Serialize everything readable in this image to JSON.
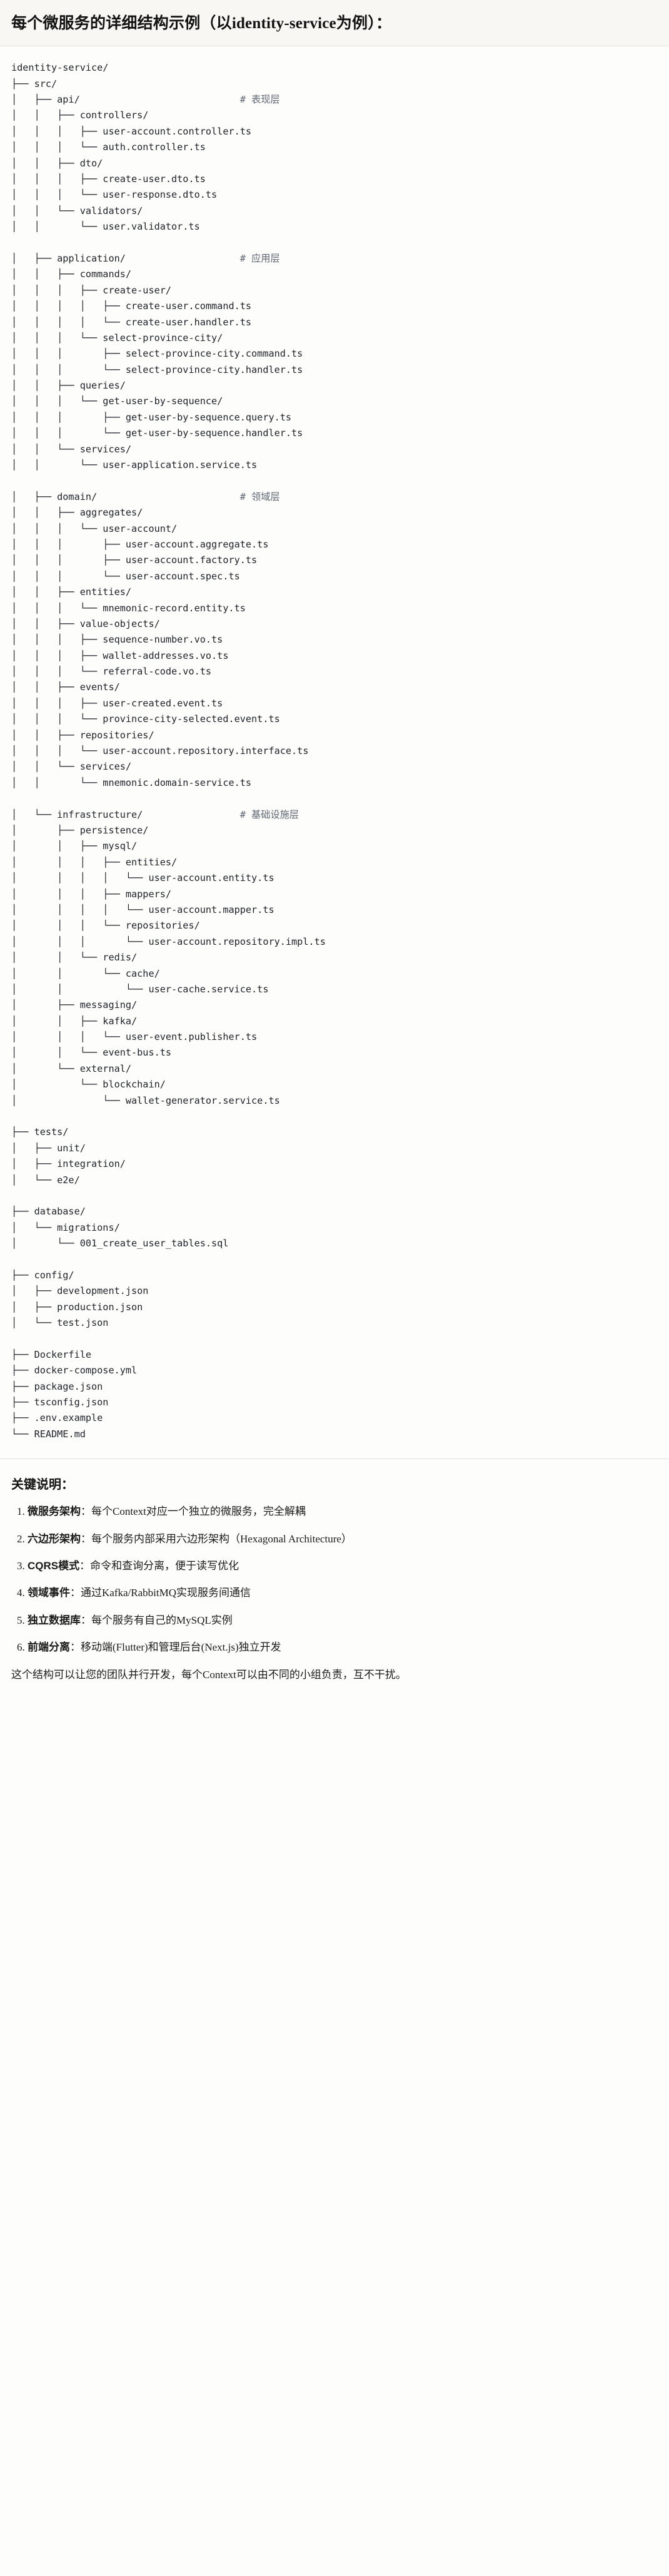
{
  "header": {
    "title_prefix": "每个微服务的详细结构示例（以",
    "title_latin": "identity-service",
    "title_suffix": "为例）："
  },
  "tree": {
    "root": "identity-service/",
    "lines": [
      {
        "text": "identity-service/",
        "comment": ""
      },
      {
        "text": "├── src/",
        "comment": ""
      },
      {
        "text": "│   ├── api/",
        "comment": "# 表现层",
        "comment_col": 40
      },
      {
        "text": "│   │   ├── controllers/",
        "comment": ""
      },
      {
        "text": "│   │   │   ├── user-account.controller.ts",
        "comment": ""
      },
      {
        "text": "│   │   │   └── auth.controller.ts",
        "comment": ""
      },
      {
        "text": "│   │   ├── dto/",
        "comment": ""
      },
      {
        "text": "│   │   │   ├── create-user.dto.ts",
        "comment": ""
      },
      {
        "text": "│   │   │   └── user-response.dto.ts",
        "comment": ""
      },
      {
        "text": "│   │   └── validators/",
        "comment": ""
      },
      {
        "text": "│   │       └── user.validator.ts",
        "comment": ""
      },
      {
        "text": "│   │",
        "comment": ""
      },
      {
        "text": "│   ├── application/",
        "comment": "# 应用层",
        "comment_col": 40
      },
      {
        "text": "│   │   ├── commands/",
        "comment": ""
      },
      {
        "text": "│   │   │   ├── create-user/",
        "comment": ""
      },
      {
        "text": "│   │   │   │   ├── create-user.command.ts",
        "comment": ""
      },
      {
        "text": "│   │   │   │   └── create-user.handler.ts",
        "comment": ""
      },
      {
        "text": "│   │   │   └── select-province-city/",
        "comment": ""
      },
      {
        "text": "│   │   │       ├── select-province-city.command.ts",
        "comment": ""
      },
      {
        "text": "│   │   │       └── select-province-city.handler.ts",
        "comment": ""
      },
      {
        "text": "│   │   ├── queries/",
        "comment": ""
      },
      {
        "text": "│   │   │   └── get-user-by-sequence/",
        "comment": ""
      },
      {
        "text": "│   │   │       ├── get-user-by-sequence.query.ts",
        "comment": ""
      },
      {
        "text": "│   │   │       └── get-user-by-sequence.handler.ts",
        "comment": ""
      },
      {
        "text": "│   │   └── services/",
        "comment": ""
      },
      {
        "text": "│   │       └── user-application.service.ts",
        "comment": ""
      },
      {
        "text": "│   │",
        "comment": ""
      },
      {
        "text": "│   ├── domain/",
        "comment": "# 领域层",
        "comment_col": 40
      },
      {
        "text": "│   │   ├── aggregates/",
        "comment": ""
      },
      {
        "text": "│   │   │   └── user-account/",
        "comment": ""
      },
      {
        "text": "│   │   │       ├── user-account.aggregate.ts",
        "comment": ""
      },
      {
        "text": "│   │   │       ├── user-account.factory.ts",
        "comment": ""
      },
      {
        "text": "│   │   │       └── user-account.spec.ts",
        "comment": ""
      },
      {
        "text": "│   │   ├── entities/",
        "comment": ""
      },
      {
        "text": "│   │   │   └── mnemonic-record.entity.ts",
        "comment": ""
      },
      {
        "text": "│   │   ├── value-objects/",
        "comment": ""
      },
      {
        "text": "│   │   │   ├── sequence-number.vo.ts",
        "comment": ""
      },
      {
        "text": "│   │   │   ├── wallet-addresses.vo.ts",
        "comment": ""
      },
      {
        "text": "│   │   │   └── referral-code.vo.ts",
        "comment": ""
      },
      {
        "text": "│   │   ├── events/",
        "comment": ""
      },
      {
        "text": "│   │   │   ├── user-created.event.ts",
        "comment": ""
      },
      {
        "text": "│   │   │   └── province-city-selected.event.ts",
        "comment": ""
      },
      {
        "text": "│   │   ├── repositories/",
        "comment": ""
      },
      {
        "text": "│   │   │   └── user-account.repository.interface.ts",
        "comment": ""
      },
      {
        "text": "│   │   └── services/",
        "comment": ""
      },
      {
        "text": "│   │       └── mnemonic.domain-service.ts",
        "comment": ""
      },
      {
        "text": "│   │",
        "comment": ""
      },
      {
        "text": "│   └── infrastructure/",
        "comment": "# 基础设施层",
        "comment_col": 40
      },
      {
        "text": "│       ├── persistence/",
        "comment": ""
      },
      {
        "text": "│       │   ├── mysql/",
        "comment": ""
      },
      {
        "text": "│       │   │   ├── entities/",
        "comment": ""
      },
      {
        "text": "│       │   │   │   └── user-account.entity.ts",
        "comment": ""
      },
      {
        "text": "│       │   │   ├── mappers/",
        "comment": ""
      },
      {
        "text": "│       │   │   │   └── user-account.mapper.ts",
        "comment": ""
      },
      {
        "text": "│       │   │   └── repositories/",
        "comment": ""
      },
      {
        "text": "│       │   │       └── user-account.repository.impl.ts",
        "comment": ""
      },
      {
        "text": "│       │   └── redis/",
        "comment": ""
      },
      {
        "text": "│       │       └── cache/",
        "comment": ""
      },
      {
        "text": "│       │           └── user-cache.service.ts",
        "comment": ""
      },
      {
        "text": "│       ├── messaging/",
        "comment": ""
      },
      {
        "text": "│       │   ├── kafka/",
        "comment": ""
      },
      {
        "text": "│       │   │   └── user-event.publisher.ts",
        "comment": ""
      },
      {
        "text": "│       │   └── event-bus.ts",
        "comment": ""
      },
      {
        "text": "│       └── external/",
        "comment": ""
      },
      {
        "text": "│           └── blockchain/",
        "comment": ""
      },
      {
        "text": "│               └── wallet-generator.service.ts",
        "comment": ""
      },
      {
        "text": "│",
        "comment": ""
      },
      {
        "text": "├── tests/",
        "comment": ""
      },
      {
        "text": "│   ├── unit/",
        "comment": ""
      },
      {
        "text": "│   ├── integration/",
        "comment": ""
      },
      {
        "text": "│   └── e2e/",
        "comment": ""
      },
      {
        "text": "│",
        "comment": ""
      },
      {
        "text": "├── database/",
        "comment": ""
      },
      {
        "text": "│   └── migrations/",
        "comment": ""
      },
      {
        "text": "│       └── 001_create_user_tables.sql",
        "comment": ""
      },
      {
        "text": "│",
        "comment": ""
      },
      {
        "text": "├── config/",
        "comment": ""
      },
      {
        "text": "│   ├── development.json",
        "comment": ""
      },
      {
        "text": "│   ├── production.json",
        "comment": ""
      },
      {
        "text": "│   └── test.json",
        "comment": ""
      },
      {
        "text": "│",
        "comment": ""
      },
      {
        "text": "├── Dockerfile",
        "comment": ""
      },
      {
        "text": "├── docker-compose.yml",
        "comment": ""
      },
      {
        "text": "├── package.json",
        "comment": ""
      },
      {
        "text": "├── tsconfig.json",
        "comment": ""
      },
      {
        "text": "├── .env.example",
        "comment": ""
      },
      {
        "text": "└── README.md",
        "comment": ""
      }
    ]
  },
  "notes": {
    "title": "关键说明：",
    "items": [
      {
        "term": "微服务架构",
        "sep": "：",
        "desc": "每个Context对应一个独立的微服务，完全解耦"
      },
      {
        "term": "六边形架构",
        "sep": "：",
        "desc": "每个服务内部采用六边形架构（Hexagonal Architecture）"
      },
      {
        "term": "CQRS模式",
        "sep": "：",
        "desc": "命令和查询分离，便于读写优化"
      },
      {
        "term": "领域事件",
        "sep": "：",
        "desc": "通过Kafka/RabbitMQ实现服务间通信"
      },
      {
        "term": "独立数据库",
        "sep": "：",
        "desc": "每个服务有自己的MySQL实例"
      },
      {
        "term": "前端分离",
        "sep": "：",
        "desc": "移动端(Flutter)和管理后台(Next.js)独立开发"
      }
    ],
    "closing": "这个结构可以让您的团队并行开发，每个Context可以由不同的小组负责，互不干扰。"
  },
  "colors": {
    "page_bg": "#fdfdfc",
    "title_bg": "#f8f7f4",
    "text": "#1b1b1b",
    "code_text": "#20232a",
    "comment_text": "#5f6672",
    "divider": "#e3e1dc"
  }
}
